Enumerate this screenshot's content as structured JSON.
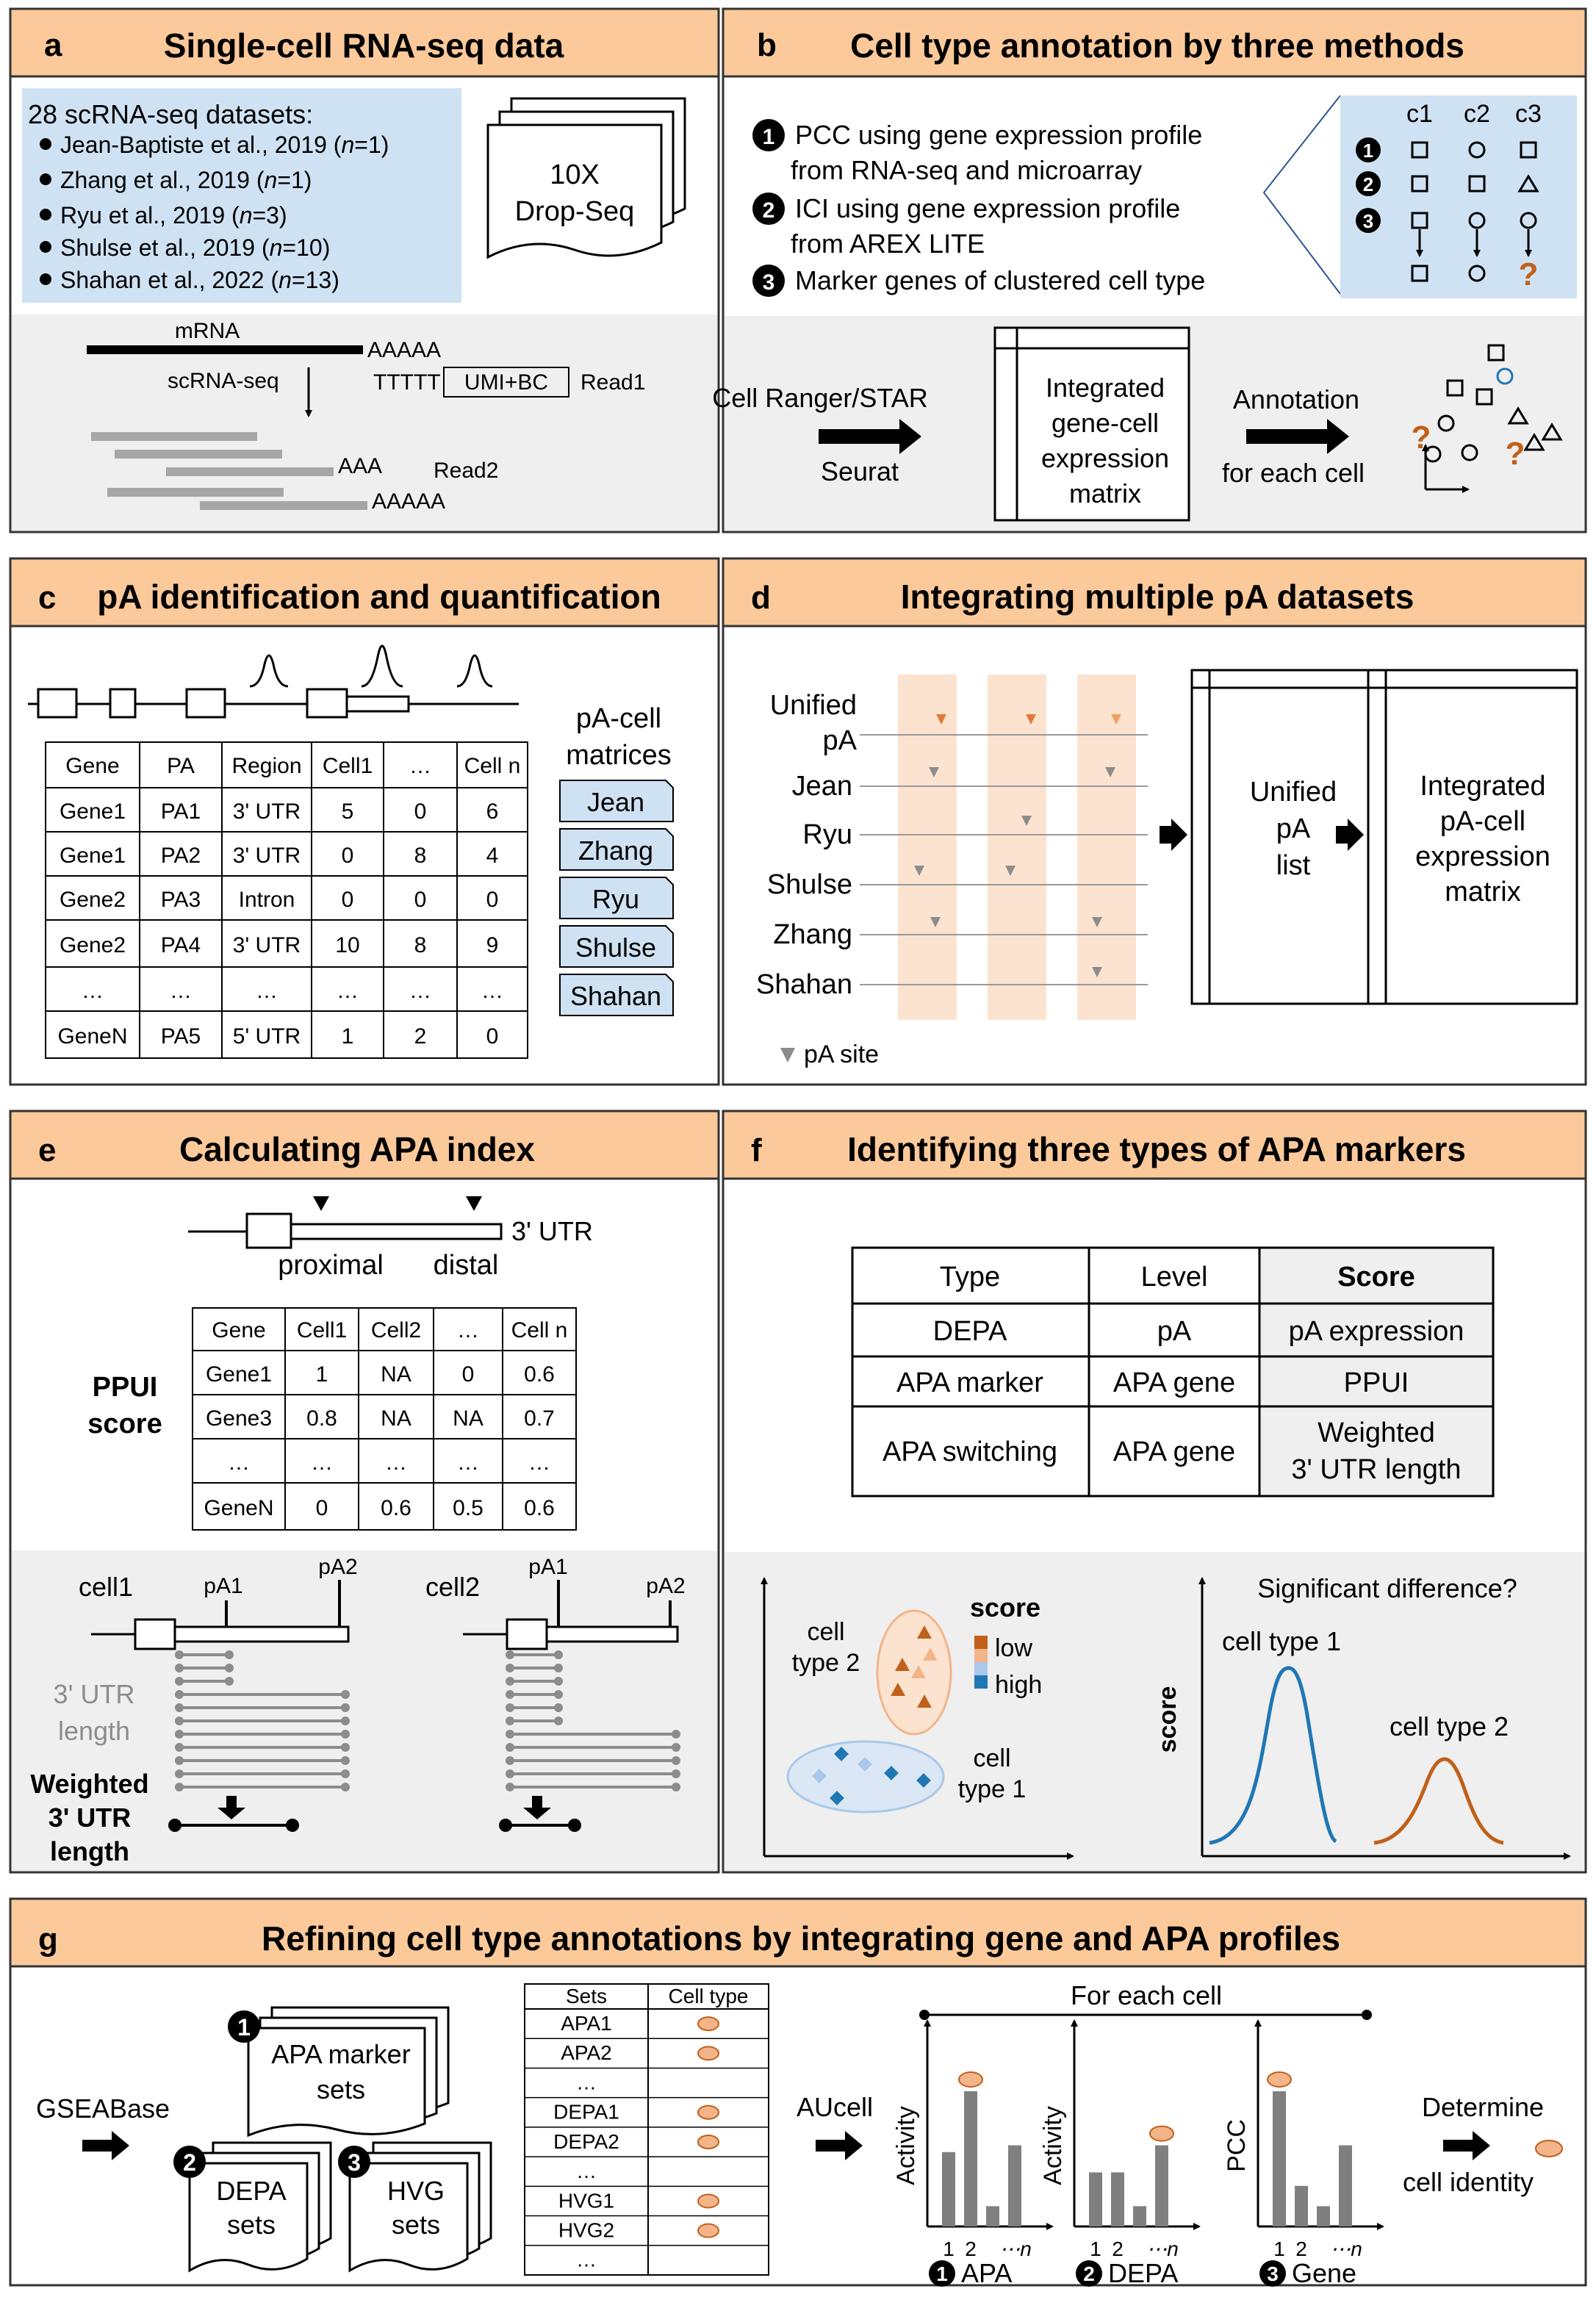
{
  "colors": {
    "header": "#fbc99a",
    "panel_border": "#333333",
    "blue_box": "#cfe2f3",
    "grey_bg": "#efefef",
    "peach": "#fce3d0",
    "orange": "#c0601a",
    "blue": "#1f77b4",
    "light_orange": "#f3b48a",
    "light_blue": "#a9c8ea",
    "grey_bar": "#7f7f7f"
  },
  "panels": {
    "a": {
      "letter": "a",
      "title": "Single-cell RNA-seq data",
      "datasets_title": "28 scRNA-seq datasets:",
      "datasets": [
        {
          "label": "Jean-Baptiste et al., 2019 (",
          "n": "n",
          "eq": "=1)"
        },
        {
          "label": "Zhang et al., 2019 (",
          "n": "n",
          "eq": "=1)"
        },
        {
          "label": "Ryu et al., 2019 (",
          "n": "n",
          "eq": "=3)"
        },
        {
          "label": "Shulse et al., 2019 (",
          "n": "n",
          "eq": "=10)"
        },
        {
          "label": "Shahan et al., 2022 (",
          "n": "n",
          "eq": "=13)"
        }
      ],
      "platform_line1": "10X",
      "platform_line2": "Drop-Seq",
      "mrna": "mRNA",
      "polyA": "AAAAA",
      "scrna": "scRNA-seq",
      "oligo_t": "TTTTT",
      "umi_bc": "UMI+BC",
      "read1": "Read1",
      "aaa": "AAA",
      "read2": "Read2",
      "aaaaa2": "AAAAA"
    },
    "b": {
      "letter": "b",
      "title": "Cell type annotation by three methods",
      "m1_num": "1",
      "m1_line1": "PCC using gene expression profile",
      "m1_line2": "from RNA-seq and microarray",
      "m2_num": "2",
      "m2_line1": "ICI using gene expression profile",
      "m2_line2": "from AREX LITE",
      "m3_num": "3",
      "m3_line1": "Marker genes of clustered cell type",
      "c1": "c1",
      "c2": "c2",
      "c3": "c3",
      "q": "?",
      "tool1": "Cell Ranger/STAR",
      "tool2": "Seurat",
      "matrix_l1": "Integrated",
      "matrix_l2": "gene-cell",
      "matrix_l3": "expression",
      "matrix_l4": "matrix",
      "annot_l1": "Annotation",
      "annot_l2": "for each cell"
    },
    "c": {
      "letter": "c",
      "title": "pA identification and quantification",
      "table_header": [
        "Gene",
        "PA",
        "Region",
        "Cell1",
        "…",
        "Cell n"
      ],
      "table_rows": [
        [
          "Gene1",
          "PA1",
          "3' UTR",
          "5",
          "0",
          "6"
        ],
        [
          "Gene1",
          "PA2",
          "3' UTR",
          "0",
          "8",
          "4"
        ],
        [
          "Gene2",
          "PA3",
          "Intron",
          "0",
          "0",
          "0"
        ],
        [
          "Gene2",
          "PA4",
          "3' UTR",
          "10",
          "8",
          "9"
        ],
        [
          "…",
          "…",
          "…",
          "…",
          "…",
          "…"
        ],
        [
          "GeneN",
          "PA5",
          "5' UTR",
          "1",
          "2",
          "0"
        ]
      ],
      "matrices_l1": "pA-cell",
      "matrices_l2": "matrices",
      "datasets": [
        "Jean",
        "Zhang",
        "Ryu",
        "Shulse",
        "Shahan"
      ]
    },
    "d": {
      "letter": "d",
      "title": "Integrating multiple pA datasets",
      "rows": [
        "Unified",
        "Jean",
        "Ryu",
        "Shulse",
        "Zhang",
        "Shahan"
      ],
      "unified_l2": "pA",
      "list_l1": "Unified",
      "list_l2": "pA",
      "list_l3": "list",
      "matrix_l1": "Integrated",
      "matrix_l2": "pA-cell",
      "matrix_l3": "expression",
      "matrix_l4": "matrix",
      "legend": "pA site"
    },
    "e": {
      "letter": "e",
      "title": "Calculating APA index",
      "utr": "3' UTR",
      "proximal": "proximal",
      "distal": "distal",
      "ppui_l1": "PPUI",
      "ppui_l2": "score",
      "table_header": [
        "Gene",
        "Cell1",
        "Cell2",
        "…",
        "Cell n"
      ],
      "table_rows": [
        [
          "Gene1",
          "1",
          "NA",
          "0",
          "0.6"
        ],
        [
          "Gene3",
          "0.8",
          "NA",
          "NA",
          "0.7"
        ],
        [
          "…",
          "…",
          "…",
          "…",
          "…"
        ],
        [
          "GeneN",
          "0",
          "0.6",
          "0.5",
          "0.6"
        ]
      ],
      "cell1": "cell1",
      "cell2": "cell2",
      "pa1": "pA1",
      "pa2": "pA2",
      "utr_len_l1": "3' UTR",
      "utr_len_l2": "length",
      "weighted_l1": "Weighted",
      "weighted_l2": "3' UTR",
      "weighted_l3": "length"
    },
    "f": {
      "letter": "f",
      "title": "Identifying three types of APA markers",
      "table_header": [
        "Type",
        "Level",
        "Score"
      ],
      "table_rows": [
        [
          "DEPA",
          "pA",
          "pA expression"
        ],
        [
          "APA marker",
          "APA gene",
          "PPUI"
        ],
        [
          "APA switching",
          "APA gene",
          "Weighted"
        ]
      ],
      "row3_score_l2": "3' UTR length",
      "ct2_l1": "cell",
      "ct2_l2": "type 2",
      "ct1_l1": "cell",
      "ct1_l2": "type 1",
      "score_title": "score",
      "low": "low",
      "high": "high",
      "sig": "Significant difference?",
      "curve1": "cell type 1",
      "curve2": "cell type 2",
      "y_axis": "score"
    },
    "g": {
      "letter": "g",
      "title": "Refining cell type annotations by integrating gene and APA profiles",
      "gsea": "GSEABase",
      "apa_num": "1",
      "apa_l1": "APA marker",
      "apa_l2": "sets",
      "depa_num": "2",
      "depa_l1": "DEPA",
      "depa_l2": "sets",
      "hvg_num": "3",
      "hvg_l1": "HVG",
      "hvg_l2": "sets",
      "sets_header": [
        "Sets",
        "Cell type"
      ],
      "sets_rows": [
        "APA1",
        "APA2",
        "…",
        "DEPA1",
        "DEPA2",
        "…",
        "HVG1",
        "HVG2",
        "…"
      ],
      "aucell": "AUcell",
      "for_each": "For each cell",
      "activity": "Activity",
      "pcc": "PCC",
      "x1": "1",
      "x2": "2",
      "xn": "⋯n",
      "ax1_num": "1",
      "ax1": "APA",
      "ax2_num": "2",
      "ax2": "DEPA",
      "ax3_num": "3",
      "ax3": "Gene",
      "determine_l1": "Determine",
      "determine_l2": "cell identity"
    }
  }
}
